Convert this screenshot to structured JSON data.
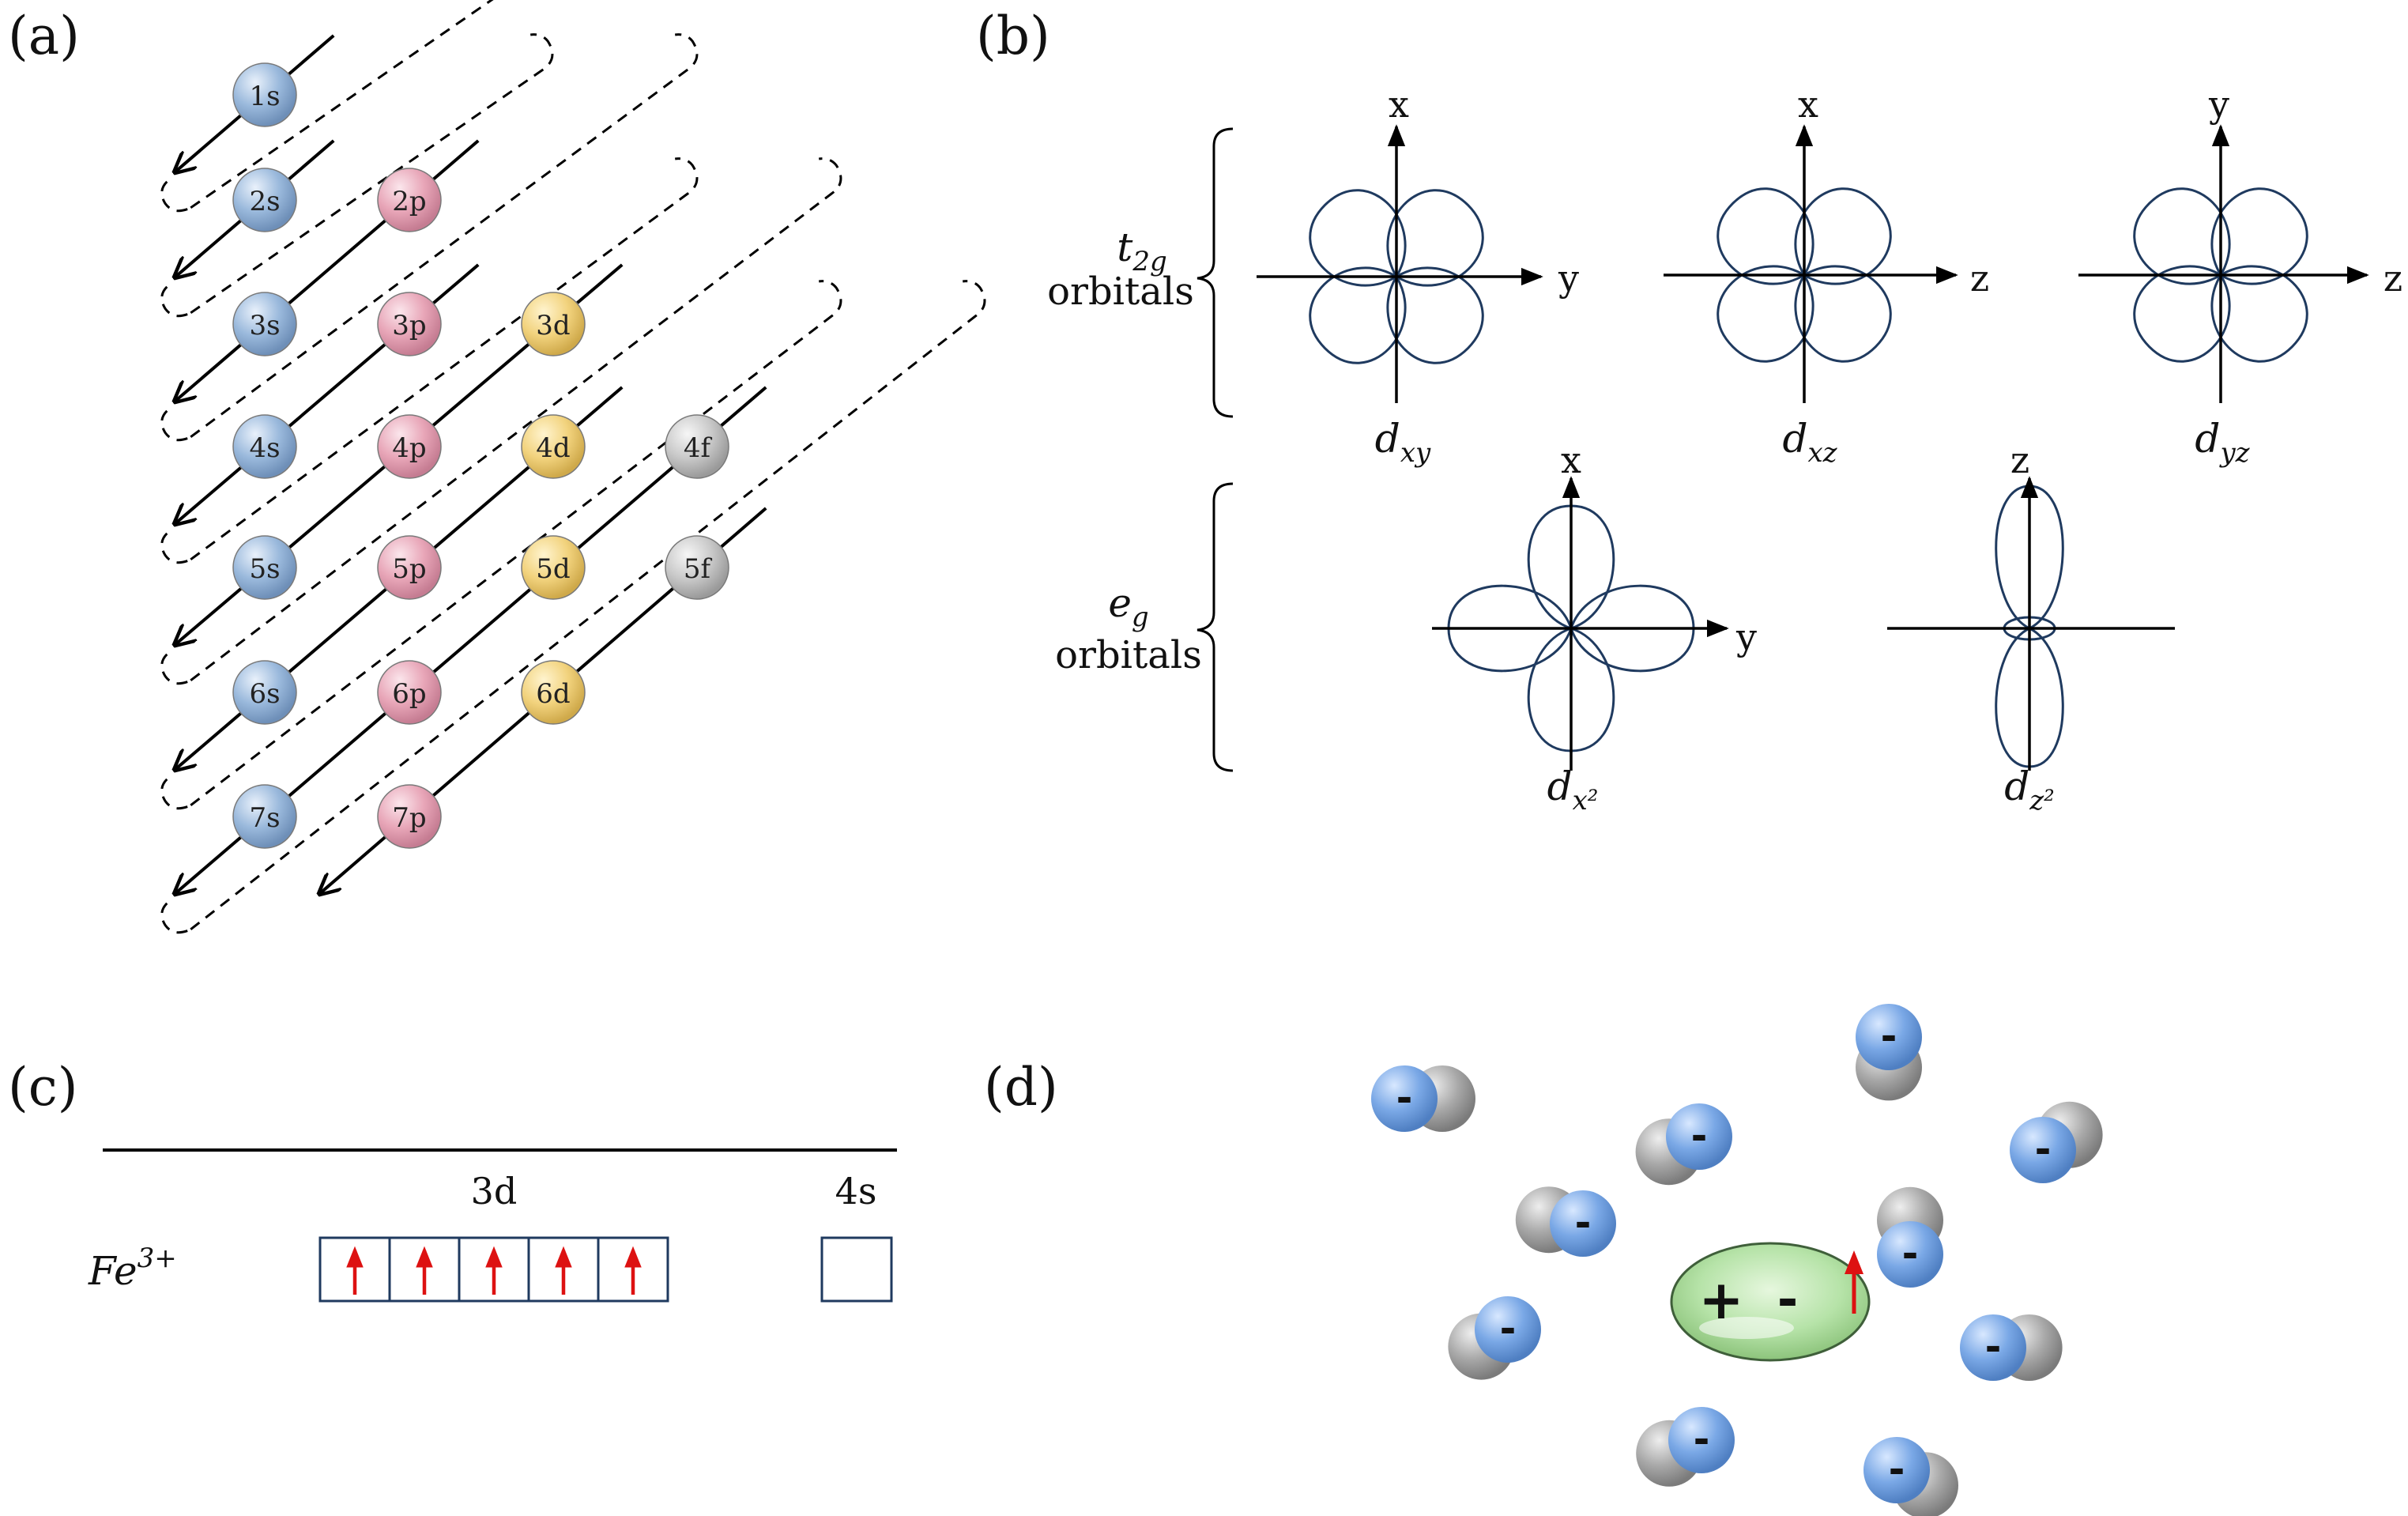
{
  "panels": {
    "a": {
      "label": "(a)",
      "orbitals": [
        {
          "name": "1s",
          "shell": 1,
          "type": "s"
        },
        {
          "name": "2s",
          "shell": 2,
          "type": "s"
        },
        {
          "name": "2p",
          "shell": 2,
          "type": "p"
        },
        {
          "name": "3s",
          "shell": 3,
          "type": "s"
        },
        {
          "name": "3p",
          "shell": 3,
          "type": "p"
        },
        {
          "name": "3d",
          "shell": 3,
          "type": "d"
        },
        {
          "name": "4s",
          "shell": 4,
          "type": "s"
        },
        {
          "name": "4p",
          "shell": 4,
          "type": "p"
        },
        {
          "name": "4d",
          "shell": 4,
          "type": "d"
        },
        {
          "name": "4f",
          "shell": 4,
          "type": "f"
        },
        {
          "name": "5s",
          "shell": 5,
          "type": "s"
        },
        {
          "name": "5p",
          "shell": 5,
          "type": "p"
        },
        {
          "name": "5d",
          "shell": 5,
          "type": "d"
        },
        {
          "name": "5f",
          "shell": 5,
          "type": "f"
        },
        {
          "name": "6s",
          "shell": 6,
          "type": "s"
        },
        {
          "name": "6p",
          "shell": 6,
          "type": "p"
        },
        {
          "name": "6d",
          "shell": 6,
          "type": "d"
        },
        {
          "name": "7s",
          "shell": 7,
          "type": "s"
        },
        {
          "name": "7p",
          "shell": 7,
          "type": "p"
        }
      ],
      "colors": {
        "s": "#9ab9dc",
        "p": "#e8a6b8",
        "d": "#f2d37e",
        "f": "#c9c9c9"
      }
    },
    "b": {
      "label": "(b)",
      "t2g": {
        "symbol": "t",
        "subscript": "2g",
        "word": "orbitals"
      },
      "eg": {
        "symbol": "e",
        "subscript": "g",
        "word": "orbitals"
      },
      "t2g_orbitals": [
        {
          "name": "d",
          "subscript": "xy",
          "vertical_axis": "x",
          "horizontal_axis": "y"
        },
        {
          "name": "d",
          "subscript": "xz",
          "vertical_axis": "x",
          "horizontal_axis": "z"
        },
        {
          "name": "d",
          "subscript": "yz",
          "vertical_axis": "y",
          "horizontal_axis": "z"
        }
      ],
      "eg_orbitals": [
        {
          "name": "d",
          "subscript": "x²",
          "vertical_axis": "x",
          "horizontal_axis": "y"
        },
        {
          "name": "d",
          "subscript": "z²",
          "vertical_axis": "z",
          "horizontal_axis": ""
        }
      ],
      "lobe_color": "#1f3a5f"
    },
    "c": {
      "label": "(c)",
      "ion": "Fe",
      "ion_charge": "3+",
      "subshell_3d": "3d",
      "subshell_4s": "4s",
      "d_electrons": [
        1,
        1,
        1,
        1,
        1
      ],
      "s_electrons": [
        0
      ],
      "arrow_color": "#dd1111",
      "box_color": "#1f3a5f"
    },
    "d": {
      "label": "(d)",
      "center_signs": [
        "+",
        "-"
      ],
      "ligand_sign": "-",
      "colors": {
        "ligand": "#7aa8e6",
        "partner": "#a9a9a9",
        "center": "#b6e3a8",
        "spin_arrow": "#dd1111"
      }
    }
  }
}
